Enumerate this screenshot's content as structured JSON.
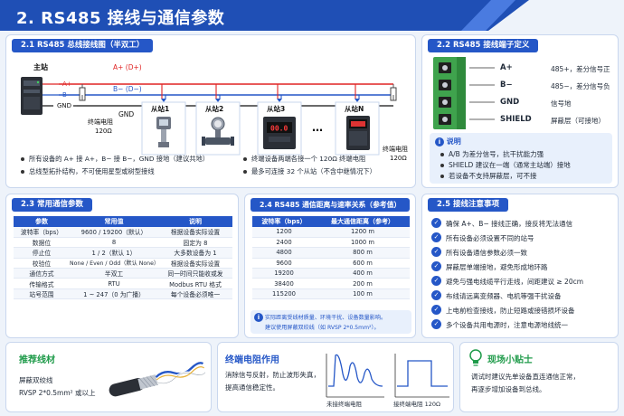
{
  "header": {
    "title": "2. RS485 接线与通信参数"
  },
  "wiring": {
    "title": "2.1 RS485 总线接线图（半双工）",
    "master_label": "主站",
    "term_a": "A+",
    "term_b": "B−",
    "term_gnd": "GND",
    "line_a": "A+ (D+)",
    "line_b": "B− (D−)",
    "line_gnd": "GND",
    "res_left_1": "终端电阻",
    "res_left_2": "120Ω",
    "res_right_1": "终端电阻",
    "res_right_2": "120Ω",
    "slaves": [
      "从站1",
      "从站2",
      "从站3",
      "从站N"
    ],
    "ellipsis": "…",
    "slave3_display": "00.0",
    "bullets_left": [
      "所有设备的 A+ 接 A+，B− 接 B−，GND 接地（建议共地）",
      "总线型拓扑结构，不可使用星型或树型接线"
    ],
    "bullets_right": [
      "终端设备两端各接一个 120Ω 终端电阻",
      "最多可连接 32 个从站（不含中继情况下）"
    ]
  },
  "terminal": {
    "title": "2.2 RS485 接线端子定义",
    "rows": [
      {
        "name": "A+",
        "desc": "485+，差分信号正"
      },
      {
        "name": "B−",
        "desc": "485−，差分信号负"
      },
      {
        "name": "GND",
        "desc": "信号地"
      },
      {
        "name": "SHIELD",
        "desc": "屏蔽层（可接地）"
      }
    ],
    "note_title": "说明",
    "notes": [
      "A/B 为差分信号，抗干扰能力强",
      "SHIELD 建议在一端（通常主站端）接地",
      "若设备不支持屏蔽层，可不接"
    ]
  },
  "params": {
    "title": "2.3 常用通信参数",
    "headers": [
      "参数",
      "常用值",
      "说明"
    ],
    "rows": [
      [
        "波特率（bps）",
        "9600 / 19200（默认）",
        "根据设备实际设置"
      ],
      [
        "数据位",
        "8",
        "固定为 8"
      ],
      [
        "停止位",
        "1 / 2（默认 1）",
        "大多数设备为 1"
      ],
      [
        "校验位",
        "None / Even / Odd（默认 None）",
        "根据设备实际设置"
      ],
      [
        "通信方式",
        "半双工",
        "同一时间只能收或发"
      ],
      [
        "传输格式",
        "RTU",
        "Modbus RTU 格式"
      ],
      [
        "站号范围",
        "1 ~ 247（0 为广播）",
        "每个设备必须唯一"
      ]
    ]
  },
  "distance": {
    "title": "2.4 RS485 通信距离与速率关系（参考值）",
    "headers": [
      "波特率（bps）",
      "最大通信距离（参考）"
    ],
    "rows": [
      [
        "1200",
        "1200 m"
      ],
      [
        "2400",
        "1000 m"
      ],
      [
        "4800",
        "800 m"
      ],
      [
        "9600",
        "600 m"
      ],
      [
        "19200",
        "400 m"
      ],
      [
        "38400",
        "200 m"
      ],
      [
        "115200",
        "100 m"
      ]
    ],
    "note_1": "实际距离受线材质量、环境干扰、设备数量影响。",
    "note_2": "建议使用屏蔽双绞线（如 RVSP 2*0.5mm²）。"
  },
  "cautions": {
    "title": "2.5 接线注意事项",
    "items": [
      "确保 A+、B− 接线正确，接反将无法通信",
      "所有设备必须设置不同的站号",
      "所有设备通信参数必须一致",
      "屏蔽层单端接地，避免形成地环路",
      "避免与强电线缆平行走线，间距建议 ≥ 20cm",
      "布线请远离变频器、电机等强干扰设备",
      "上电前检查接线，防止短路或接错损坏设备",
      "多个设备共用电源时，注意电源地线统一"
    ]
  },
  "bottom": {
    "cable_title": "推荐线材",
    "cable_1": "屏蔽双绞线",
    "cable_2": "RVSP 2*0.5mm² 或以上",
    "term_title": "终端电阻作用",
    "term_1": "消除信号反射，防止波形失真，",
    "term_2": "提高通信稳定性。",
    "wave_without": "未接终端电阻",
    "wave_with": "接终端电阻 120Ω",
    "tip_title": "现场小贴士",
    "tip_1": "调试时建议先单设备直连通信正常，",
    "tip_2": "再逐步增加设备到总线。"
  },
  "colors": {
    "accent": "#2557c7",
    "line_a": "#e02424",
    "line_b": "#2557c7",
    "terminal_green": "#3fa34d"
  }
}
